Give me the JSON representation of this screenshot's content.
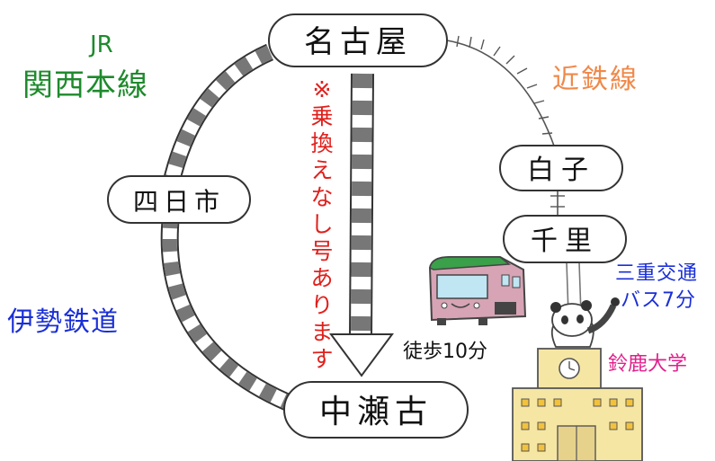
{
  "stations": {
    "nagoya": "名古屋",
    "yokkaichi": "四日市",
    "nakaseko": "中瀬古",
    "shiroko": "白子",
    "senri": "千里"
  },
  "lines": {
    "jr_prefix": "JR",
    "jr_name": "関西本線",
    "kintetsu": "近鉄線",
    "ise": "伊勢鉄道"
  },
  "notes": {
    "direct_train": [
      "※",
      "乗",
      "換",
      "え",
      "な",
      "し",
      "号",
      "あ",
      "り",
      "ま",
      "す"
    ],
    "bus_line1": "三重交通",
    "bus_line2": "バス7分",
    "walk": "徒歩10分",
    "university": "鈴鹿大学"
  },
  "colors": {
    "jr": "#1e8a2c",
    "kintetsu": "#f0894a",
    "ise": "#1a2fd6",
    "direct": "#e0201c",
    "bus_company": "#1a2fd6",
    "university": "#e0208c",
    "track": "#666666"
  }
}
